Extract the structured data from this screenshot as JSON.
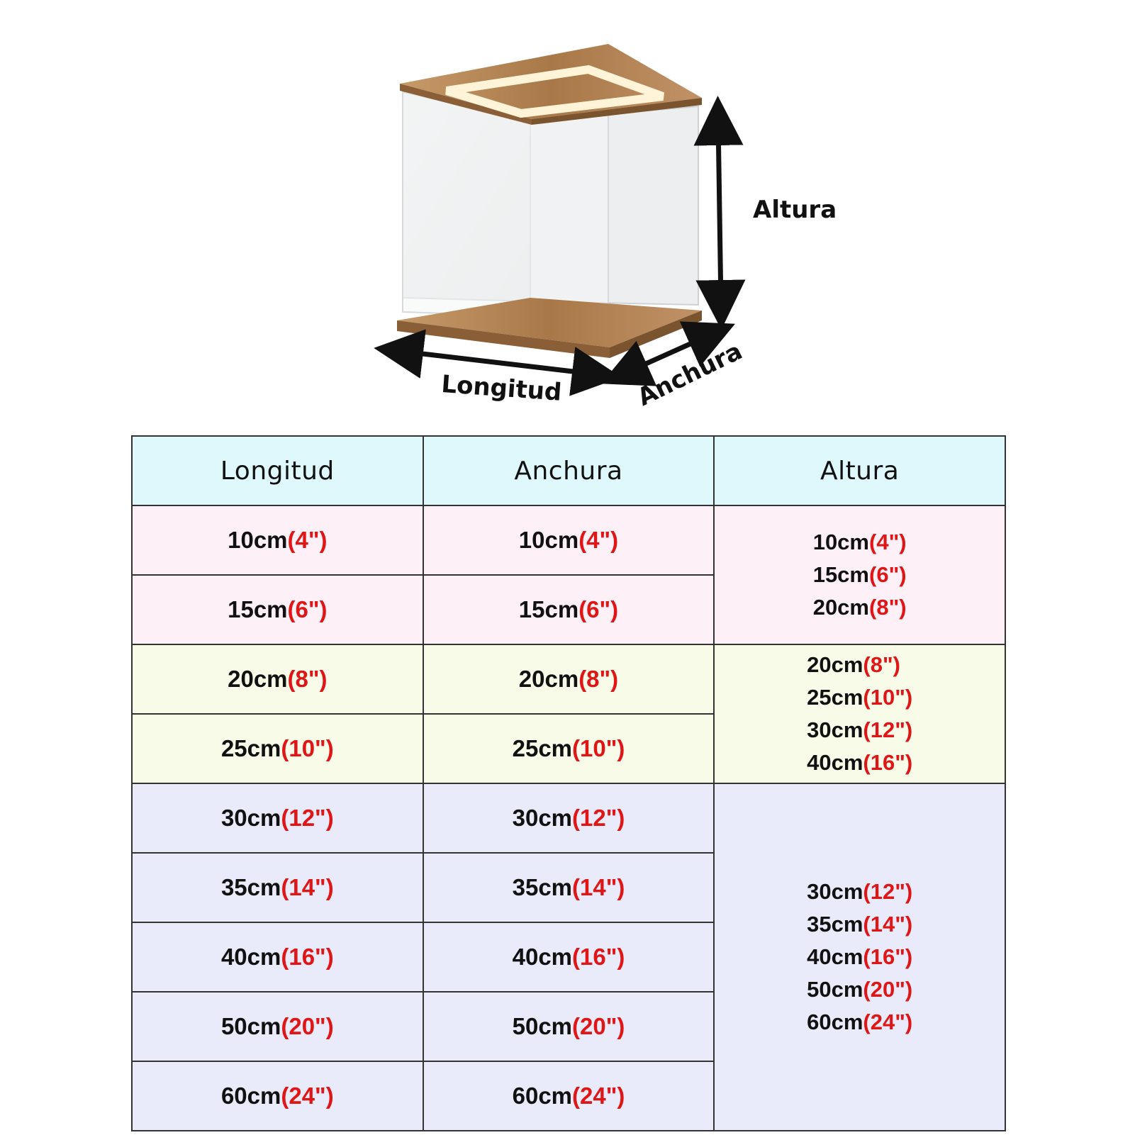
{
  "labels": {
    "altura": "Altura",
    "longitud": "Longitud",
    "anchura": "Anchura"
  },
  "table": {
    "headers": [
      "Longitud",
      "Anchura",
      "Altura"
    ],
    "rows": [
      {
        "cm": "10cm",
        "inch": "(4\")"
      },
      {
        "cm": "15cm",
        "inch": "(6\")"
      },
      {
        "cm": "20cm",
        "inch": "(8\")"
      },
      {
        "cm": "25cm",
        "inch": "(10\")"
      },
      {
        "cm": "30cm",
        "inch": "(12\")"
      },
      {
        "cm": "35cm",
        "inch": "(14\")"
      },
      {
        "cm": "40cm",
        "inch": "(16\")"
      },
      {
        "cm": "50cm",
        "inch": "(20\")"
      },
      {
        "cm": "60cm",
        "inch": "(24\")"
      }
    ],
    "height_groups": [
      [
        {
          "cm": "10cm",
          "inch": "(4\")"
        },
        {
          "cm": "15cm",
          "inch": "(6\")"
        },
        {
          "cm": "20cm",
          "inch": "(8\")"
        }
      ],
      [
        {
          "cm": "20cm",
          "inch": "(8\")"
        },
        {
          "cm": "25cm",
          "inch": "(10\")"
        },
        {
          "cm": "30cm",
          "inch": "(12\")"
        },
        {
          "cm": "40cm",
          "inch": "(16\")"
        }
      ],
      [
        {
          "cm": "30cm",
          "inch": "(12\")"
        },
        {
          "cm": "35cm",
          "inch": "(14\")"
        },
        {
          "cm": "40cm",
          "inch": "(16\")"
        },
        {
          "cm": "50cm",
          "inch": "(20\")"
        },
        {
          "cm": "60cm",
          "inch": "(24\")"
        }
      ]
    ]
  },
  "colors": {
    "header_bg": "#dff8fc",
    "group1_bg": "#fdf0f7",
    "group2_bg": "#f9fbe9",
    "group3_bg": "#e9ebfa",
    "inch_text": "#e01616"
  }
}
